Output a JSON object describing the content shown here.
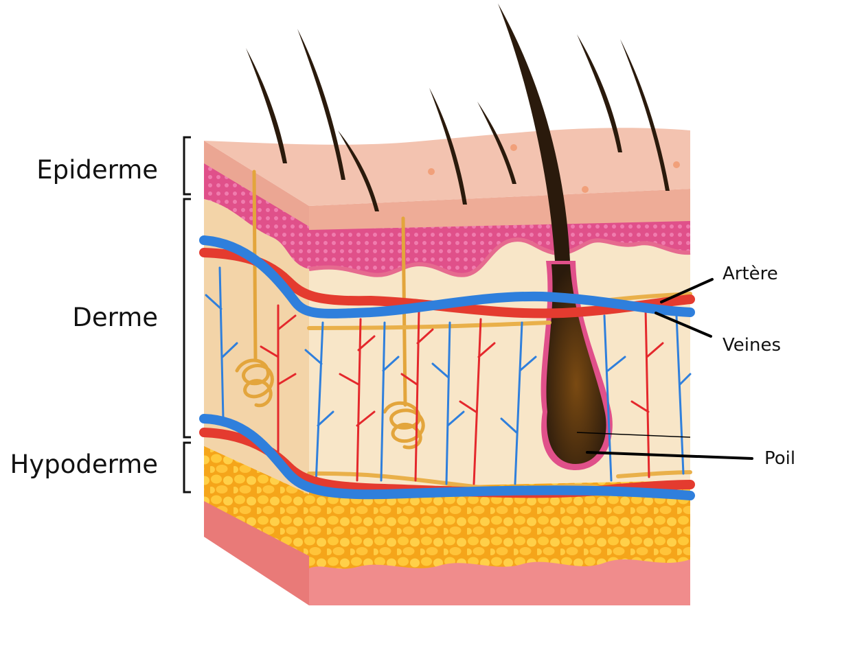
{
  "layers": {
    "epiderme": "Epiderme",
    "derme": "Derme",
    "hypoderme": "Hypoderme"
  },
  "callouts": {
    "artere": "Artère",
    "veines": "Veines",
    "poil": "Poil"
  },
  "colors": {
    "skin_surface": "#f3c3b0",
    "epidermis_pink": "#e0508a",
    "dermis": "#f8e6c8",
    "fat": "#f7b21d",
    "muscle": "#f08c8c",
    "artery": "#e43b2f",
    "vein": "#2f7fdc",
    "nerve": "#e9b04a",
    "hair": "#2a1a0c"
  }
}
